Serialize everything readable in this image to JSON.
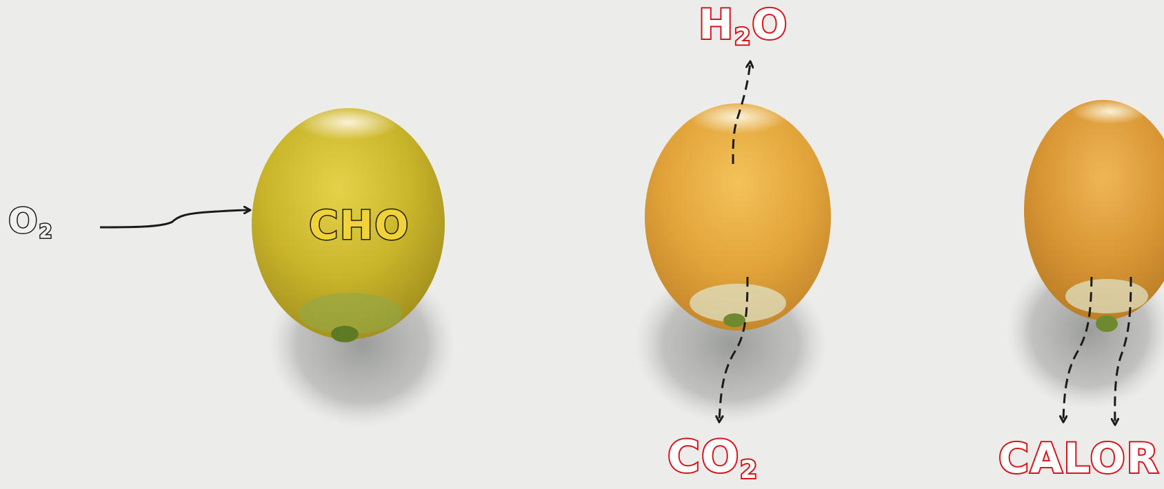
{
  "labels": {
    "oxygen": "O",
    "oxygen_sub": "2",
    "carbohydrate": "CHO",
    "water_h": "H",
    "water_sub": "2",
    "water_o": "O",
    "carbon_dioxide": "CO",
    "carbon_dioxide_sub": "2",
    "heat": "CALOR"
  },
  "colors": {
    "background": "#ececea",
    "output_label_red": "#d5151b",
    "arrow_black": "#1b1b1b",
    "kernel_left": "#c9b62e",
    "kernel_middle": "#e2aa3a",
    "kernel_right": "#dc9a34"
  }
}
